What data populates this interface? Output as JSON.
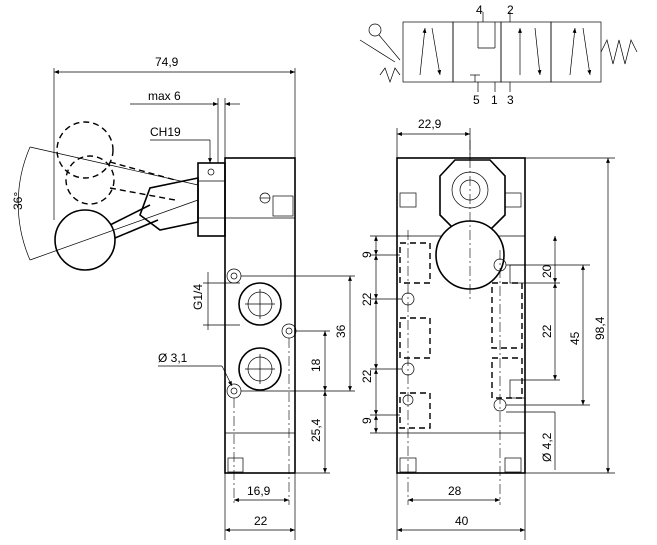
{
  "dimensions": {
    "overall_length": "74,9",
    "max_stroke": "max 6",
    "wrench_size": "CH19",
    "lever_angle": "36°",
    "thread_port": "G1/4",
    "mount_hole_left": "Ø 3,1",
    "port_height_a": "36",
    "port_height_b": "18",
    "port_height_c": "25,4",
    "side_width_a": "16,9",
    "side_width_b": "22",
    "top_offset": "22,9",
    "pitch_top": "9",
    "pitch_a": "22",
    "pitch_b": "22",
    "pitch_bottom": "9",
    "right_20": "20",
    "right_22": "22",
    "right_45": "45",
    "overall_height": "98,4",
    "mount_hole_right": "Ø 4,2",
    "base_28": "28",
    "base_40": "40"
  },
  "symbol": {
    "port_4": "4",
    "port_2": "2",
    "port_5": "5",
    "port_1": "1",
    "port_3": "3"
  }
}
